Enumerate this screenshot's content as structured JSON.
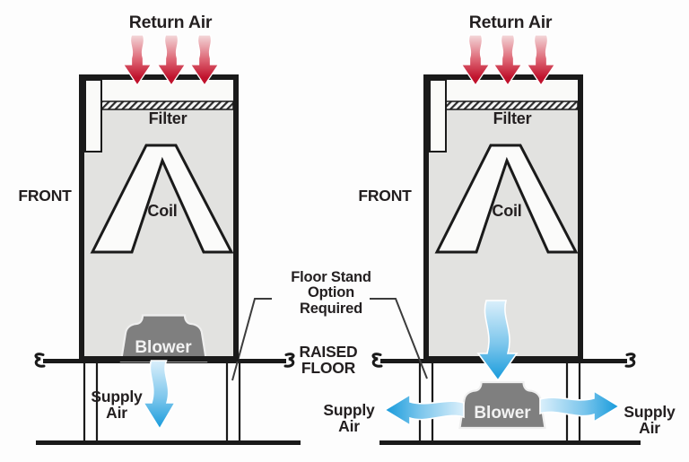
{
  "units": {
    "left": {
      "return_air": "Return Air",
      "filter": "Filter",
      "front": "FRONT",
      "coil": "Coil",
      "blower": "Blower",
      "supply_air": {
        "line1": "Supply",
        "line2": "Air"
      }
    },
    "right": {
      "return_air": "Return Air",
      "filter": "Filter",
      "front": "FRONT",
      "coil": "Coil",
      "blower": "Blower",
      "supply_air_left": {
        "line1": "Supply",
        "line2": "Air"
      },
      "supply_air_right": {
        "line1": "Supply",
        "line2": "Air"
      }
    }
  },
  "annotations": {
    "floor_stand": {
      "line1": "Floor Stand",
      "line2": "Option",
      "line3": "Required"
    },
    "raised_floor": {
      "line1": "RAISED",
      "line2": "FLOOR"
    }
  },
  "colors": {
    "background": "#fdfdfd",
    "ink": "#1a1a1a",
    "text": "#231f20",
    "leader": "#3c3c3c",
    "cabinet_fill": "#e2e2e0",
    "plenum_fill": "#fafaf8",
    "blower_fill": "#7f7f7f",
    "blower_text": "#f2f2f2",
    "red_light": "#f3d8da",
    "red_mid": "#dd6372",
    "red_dark": "#c0122c",
    "blue_light": "#daeffb",
    "blue_mid": "#7cc6ec",
    "blue_dark": "#219fdd"
  }
}
